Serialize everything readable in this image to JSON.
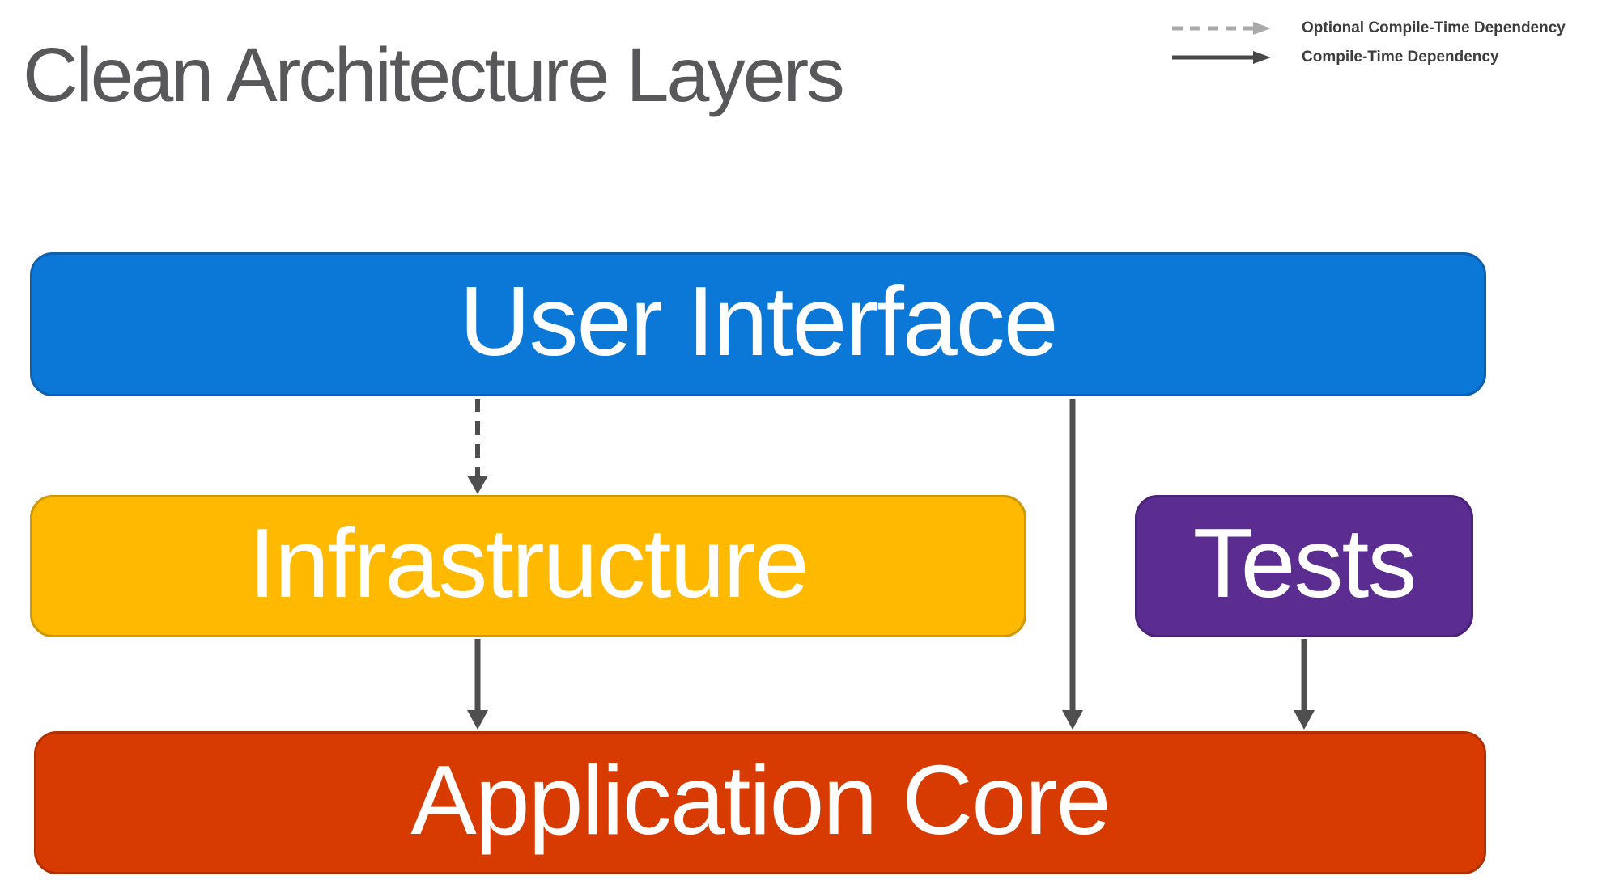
{
  "title": "Clean Architecture Layers",
  "legend": {
    "items": [
      {
        "label": "Optional Compile-Time Dependency",
        "line_style": "dashed",
        "color": "#a9a9a9"
      },
      {
        "label": "Compile-Time Dependency",
        "line_style": "solid",
        "color": "#474747"
      }
    ]
  },
  "diagram": {
    "arrow_color": "#4f4f4f",
    "boxes": [
      {
        "id": "user-interface",
        "label": "User Interface",
        "fill": "#0b78d7",
        "border": "#0d60ae",
        "text_color": "#ffffff"
      },
      {
        "id": "infrastructure",
        "label": "Infrastructure",
        "fill": "#ffb900",
        "border": "#cf9700",
        "text_color": "#ffffff"
      },
      {
        "id": "tests",
        "label": "Tests",
        "fill": "#5c2d91",
        "border": "#4a2378",
        "text_color": "#ffffff"
      },
      {
        "id": "application-core",
        "label": "Application Core",
        "fill": "#d83b01",
        "border": "#b23000",
        "text_color": "#ffffff"
      }
    ],
    "dependencies": [
      {
        "from": "User Interface",
        "to": "Infrastructure",
        "type": "Optional Compile-Time Dependency"
      },
      {
        "from": "User Interface",
        "to": "Application Core",
        "type": "Compile-Time Dependency"
      },
      {
        "from": "Infrastructure",
        "to": "Application Core",
        "type": "Compile-Time Dependency"
      },
      {
        "from": "Tests",
        "to": "Application Core",
        "type": "Compile-Time Dependency"
      }
    ]
  }
}
